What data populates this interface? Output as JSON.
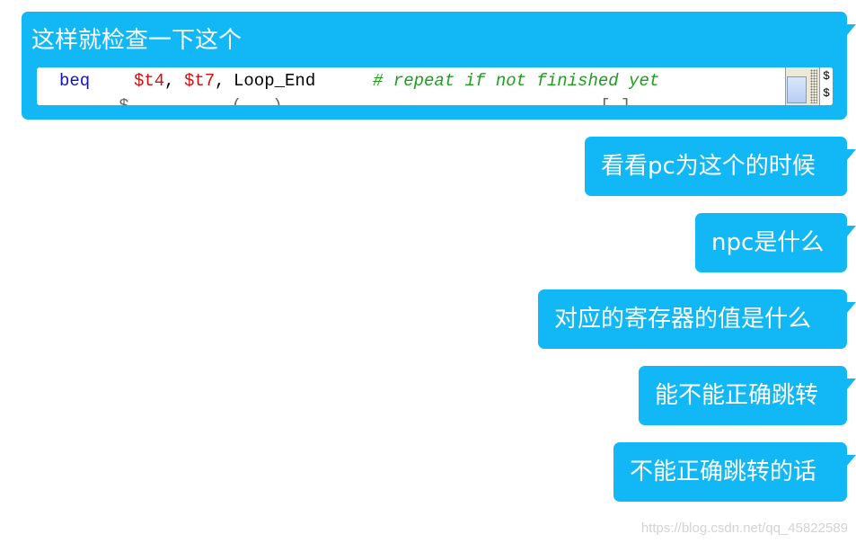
{
  "messages": [
    {
      "text": "这样就检查一下这个",
      "code": {
        "instruction": "beq",
        "reg1": "$t4",
        "sep1": ",",
        "reg2": "$t7",
        "sep2": ",",
        "label": "Loop_End",
        "comment": "# repeat if not finished yet",
        "partial_next_line": "        $          (   )                    ,          [ ]"
      },
      "side_marks": [
        "$",
        "$"
      ]
    },
    {
      "text": "看看pc为这个的时候"
    },
    {
      "text": "npc是什么"
    },
    {
      "text": "对应的寄存器的值是什么"
    },
    {
      "text": "能不能正确跳转"
    },
    {
      "text": "不能正确跳转的话"
    }
  ],
  "watermark": "https://blog.csdn.net/qq_45822589",
  "colors": {
    "bubble": "#12b7f5",
    "bubble_text": "#ffffff",
    "code_keyword": "#1010d0",
    "code_register": "#d01010",
    "code_comment": "#1ea01e"
  }
}
